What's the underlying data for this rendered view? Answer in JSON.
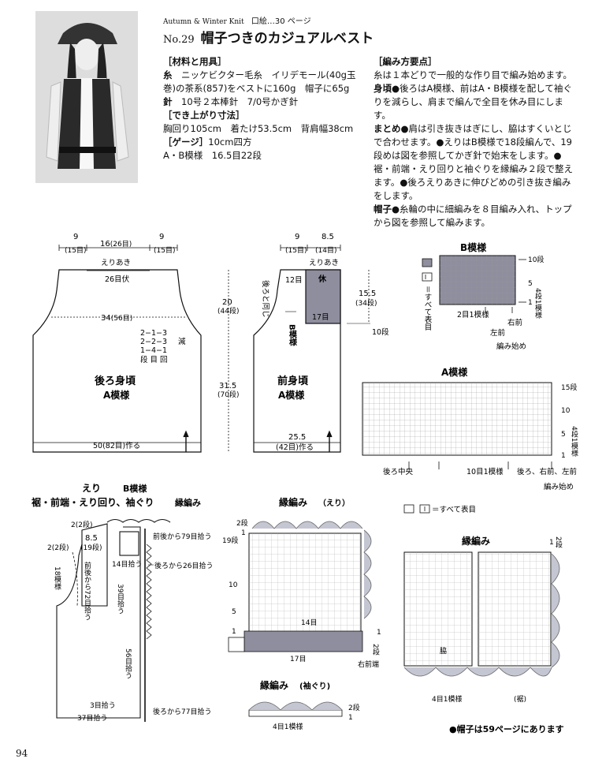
{
  "header": {
    "subtitle_en": "Autumn & Winter Knit",
    "photo_ref": "口絵…30 ページ",
    "number": "No.29",
    "title": "帽子つきのカジュアルベスト"
  },
  "materials": {
    "heading": "［材料と用具］",
    "yarn_label": "糸",
    "yarn_text": "ニッケビクター毛糸　イリデモール(40g玉巻)の茶系(857)をベストに160g　帽子に65g",
    "needle_label": "針",
    "needle_text": "10号２本棒針　7/0号かぎ針",
    "size_heading": "［でき上がり寸法］",
    "size_text": "胸回り105cm　着たけ53.5cm　背肩幅38cm",
    "gauge_heading": "［ゲージ］",
    "gauge_unit": "10cm四方",
    "gauge_text": "A・B模様　16.5目22段"
  },
  "howto": {
    "heading": "［編み方要点］",
    "p1": "糸は１本どりで一般的な作り目で編み始めます。",
    "body_label": "身頃●",
    "body_text": "後ろはA模様、前はA・B模様を配して袖ぐりを減らし、肩まで編んで全目を休み目にします。",
    "finish_label": "まとめ●",
    "finish_text": "肩は引き抜きはぎにし、脇はすくいとじで合わせます。●えりはB模様で18段編んで、19段めは図を参照してかぎ針で始末をします。●裾・前端・えり回りと袖ぐりを縁編み２段で整えます。●後ろえりあきに伸びどめの引き抜き編みをします。",
    "hat_label": "帽子●",
    "hat_text": "糸輪の中に細編みを８目編み入れ、トップから図を参照して編みます。"
  },
  "back": {
    "title": "後ろ身頃",
    "pattern": "A模様",
    "w1": "9",
    "w1s": "(15目)",
    "w2": "16",
    "w2s": "(26目)",
    "w3": "9",
    "w3s": "(15目)",
    "neck": "えりあき",
    "neck_st": "26目伏",
    "chest": "34",
    "chest_s": "(56目)",
    "dec1": "2−1−3",
    "dec2": "2−2−3",
    "dec3": "1−4−1",
    "dec_label": "減",
    "dec_legend": "段 目 回",
    "hem": "50(82目)作る",
    "h1": "20",
    "h1s": "(44段)",
    "h2": "31.5",
    "h2s": "(70段)"
  },
  "front": {
    "title": "前身頃",
    "pattern": "A模様",
    "w1": "9",
    "w1s": "(15目)",
    "w2": "8.5",
    "w2s": "(14目)",
    "neck": "えりあき",
    "rest": "休",
    "st12": "12目",
    "st17": "17目",
    "side_a": "後ろと同じ",
    "b_pattern": "B模様",
    "h": "15.5",
    "hs": "(34段)",
    "rows10": "10段",
    "hem_w": "25.5",
    "hem_s": "(42目)作る"
  },
  "b_chart": {
    "title": "B模様",
    "legend": "＝すべて表目",
    "r10": "10段",
    "r4": "4段1模様",
    "r5": "5",
    "r1": "1",
    "repeat": "2目1模様",
    "right": "右前",
    "left": "左前",
    "start": "編み始め"
  },
  "a_chart": {
    "title": "A模様",
    "r15": "15段",
    "r10": "10",
    "r5": "5",
    "r1": "1",
    "r4": "4段1模様",
    "center": "後ろ中央",
    "repeat": "10目1模様",
    "sides": "後ろ、右前、左前",
    "start": "編み始め"
  },
  "collar": {
    "t1": "えり",
    "t1b": "B模様",
    "t2": "裾・前端・えり回り、袖ぐり",
    "t2b": "縁編み",
    "r2a": "2(2段)",
    "w85": "8.5",
    "w85s": "(19段)",
    "r2b": "2(2段)",
    "r18": "18模様",
    "front_back_72": "前後から72目拾う",
    "pick79": "前後から79目拾う",
    "st14": "14目拾う",
    "back26": "後ろから26目拾う",
    "st39": "39目拾う",
    "st56": "56目拾う",
    "st3": "3目拾う",
    "st37": "37目拾う",
    "back77": "後ろから77目拾う"
  },
  "edge_collar": {
    "title": "縁編み",
    "sub": "（えり）",
    "r2": "2段",
    "r1": "1",
    "r19": "19段",
    "r10": "10",
    "r5": "5",
    "r1b": "1",
    "r14": "14目",
    "c1": "1",
    "c2": "2段",
    "st17": "17目",
    "front": "右前端"
  },
  "edge_sleeve": {
    "title": "縁編み",
    "sub": "(袖ぐり)",
    "r2": "2段",
    "r1": "1",
    "repeat": "4目1模様"
  },
  "edge_hem": {
    "legend": "＝すべて表目",
    "title": "縁編み",
    "r1": "1",
    "r2": "2段",
    "side": "脇",
    "repeat": "4目1模様",
    "hem": "(裾)"
  },
  "note": "●帽子は59ページにあります",
  "page": "94"
}
